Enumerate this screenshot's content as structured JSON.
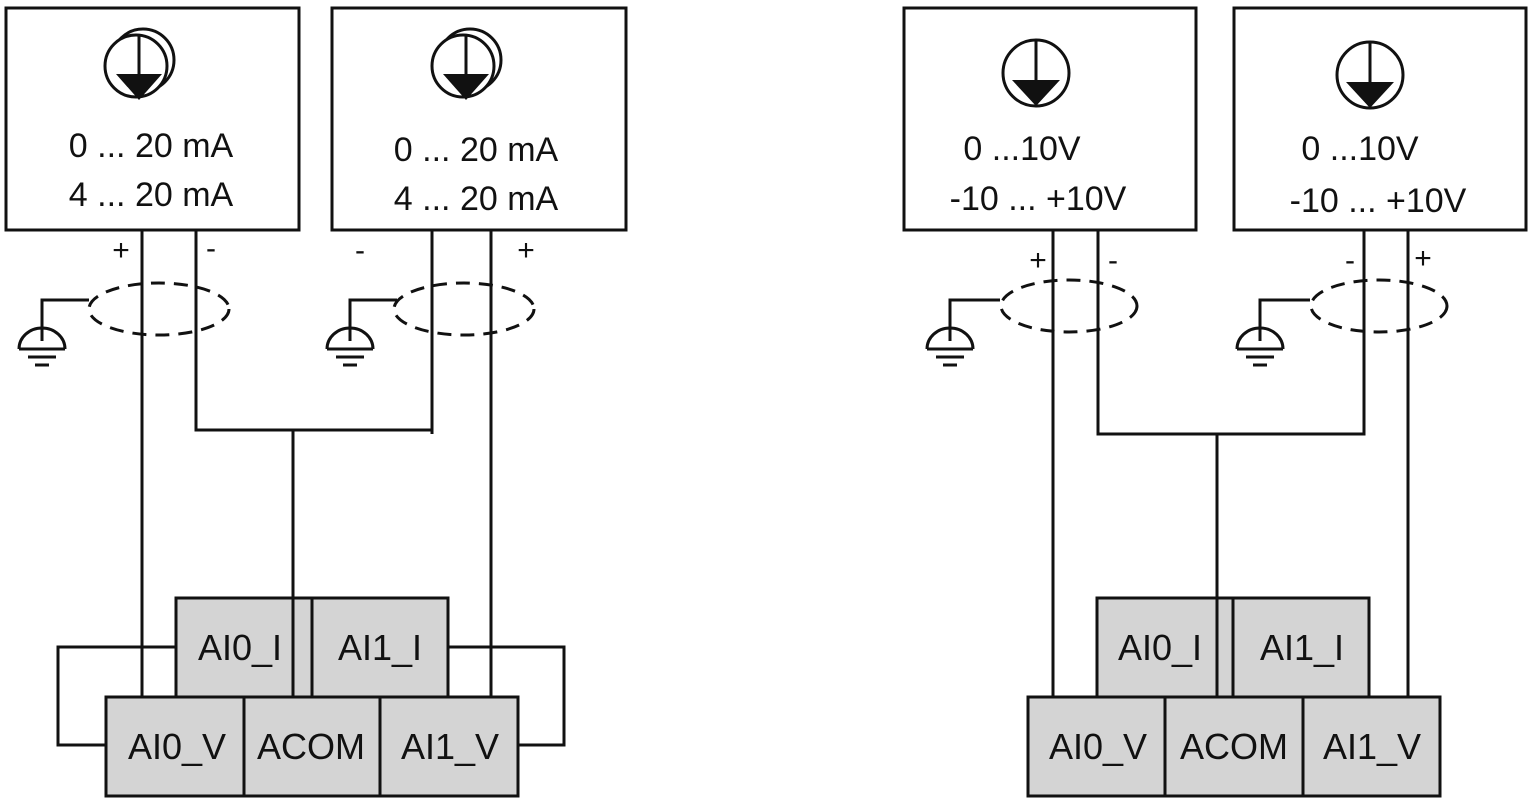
{
  "colors": {
    "line": "#111111",
    "terminal_fill": "#d4d4d4",
    "background": "#ffffff"
  },
  "icons": {
    "current_source": "current-source-icon",
    "voltage_source": "voltage-source-icon",
    "ground": "protective-earth-icon"
  },
  "left_circuit": {
    "sensor_1": {
      "line1": "0 ... 20 mA",
      "line2": "4 ... 20 mA",
      "plus": "+",
      "minus": "-"
    },
    "sensor_2": {
      "line1": "0 ... 20 mA",
      "line2": "4 ... 20 mA",
      "plus": "+",
      "minus": "-"
    },
    "terminals": {
      "ai0_i": "AI0_I",
      "ai1_i": "AI1_I",
      "ai0_v": "AI0_V",
      "acom": "ACOM",
      "ai1_v": "AI1_V"
    }
  },
  "right_circuit": {
    "sensor_1": {
      "line1": "0 ...10V",
      "line2": "-10 ... +10V",
      "plus": "+",
      "minus": "-"
    },
    "sensor_2": {
      "line1": "0 ...10V",
      "line2": "-10 ... +10V",
      "plus": "+",
      "minus": "-"
    },
    "terminals": {
      "ai0_i": "AI0_I",
      "ai1_i": "AI1_I",
      "ai0_v": "AI0_V",
      "acom": "ACOM",
      "ai1_v": "AI1_V"
    }
  }
}
